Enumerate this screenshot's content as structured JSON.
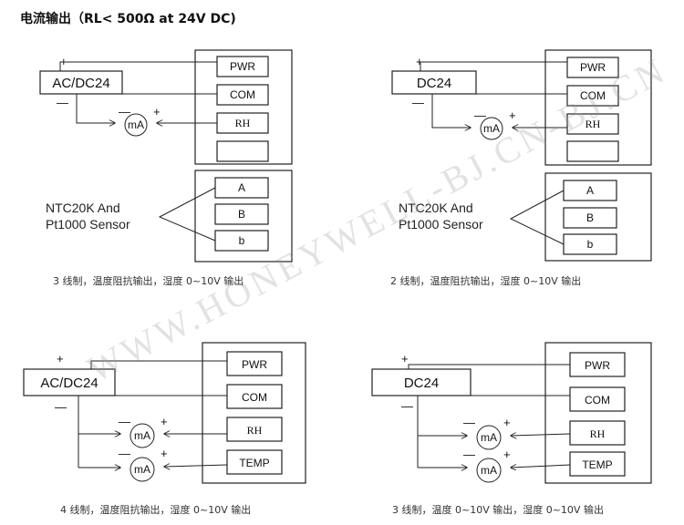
{
  "title": "电流输出（RL< 500Ω at 24V DC)",
  "watermark": "WWW.HONEYWELL-BJ.CN-BJ.CN",
  "sensor_label_line1": "NTC20K And",
  "sensor_label_line2": "Pt1000 Sensor",
  "meter_label": "mA",
  "plus": "+",
  "minus": "—",
  "diagrams": [
    {
      "supply": "AC/DC24",
      "terminals": [
        "PWR",
        "COM",
        "RH",
        ""
      ],
      "sensor_terminals": [
        "A",
        "B",
        "b"
      ],
      "caption": "3 线制，温度阻抗输出，湿度 0~10V 输出"
    },
    {
      "supply": "DC24",
      "terminals": [
        "PWR",
        "COM",
        "RH",
        ""
      ],
      "sensor_terminals": [
        "A",
        "B",
        "b"
      ],
      "caption": "2 线制，温度阻抗输出，湿度 0~10V 输出"
    },
    {
      "supply": "AC/DC24",
      "terminals": [
        "PWR",
        "COM",
        "RH",
        "TEMP"
      ],
      "caption": "4 线制，温度阻抗输出，湿度 0~10V 输出"
    },
    {
      "supply": "DC24",
      "terminals": [
        "PWR",
        "COM",
        "RH",
        "TEMP"
      ],
      "caption": "3 线制，温度 0~10V 输出，湿度 0~10V 输出"
    }
  ]
}
